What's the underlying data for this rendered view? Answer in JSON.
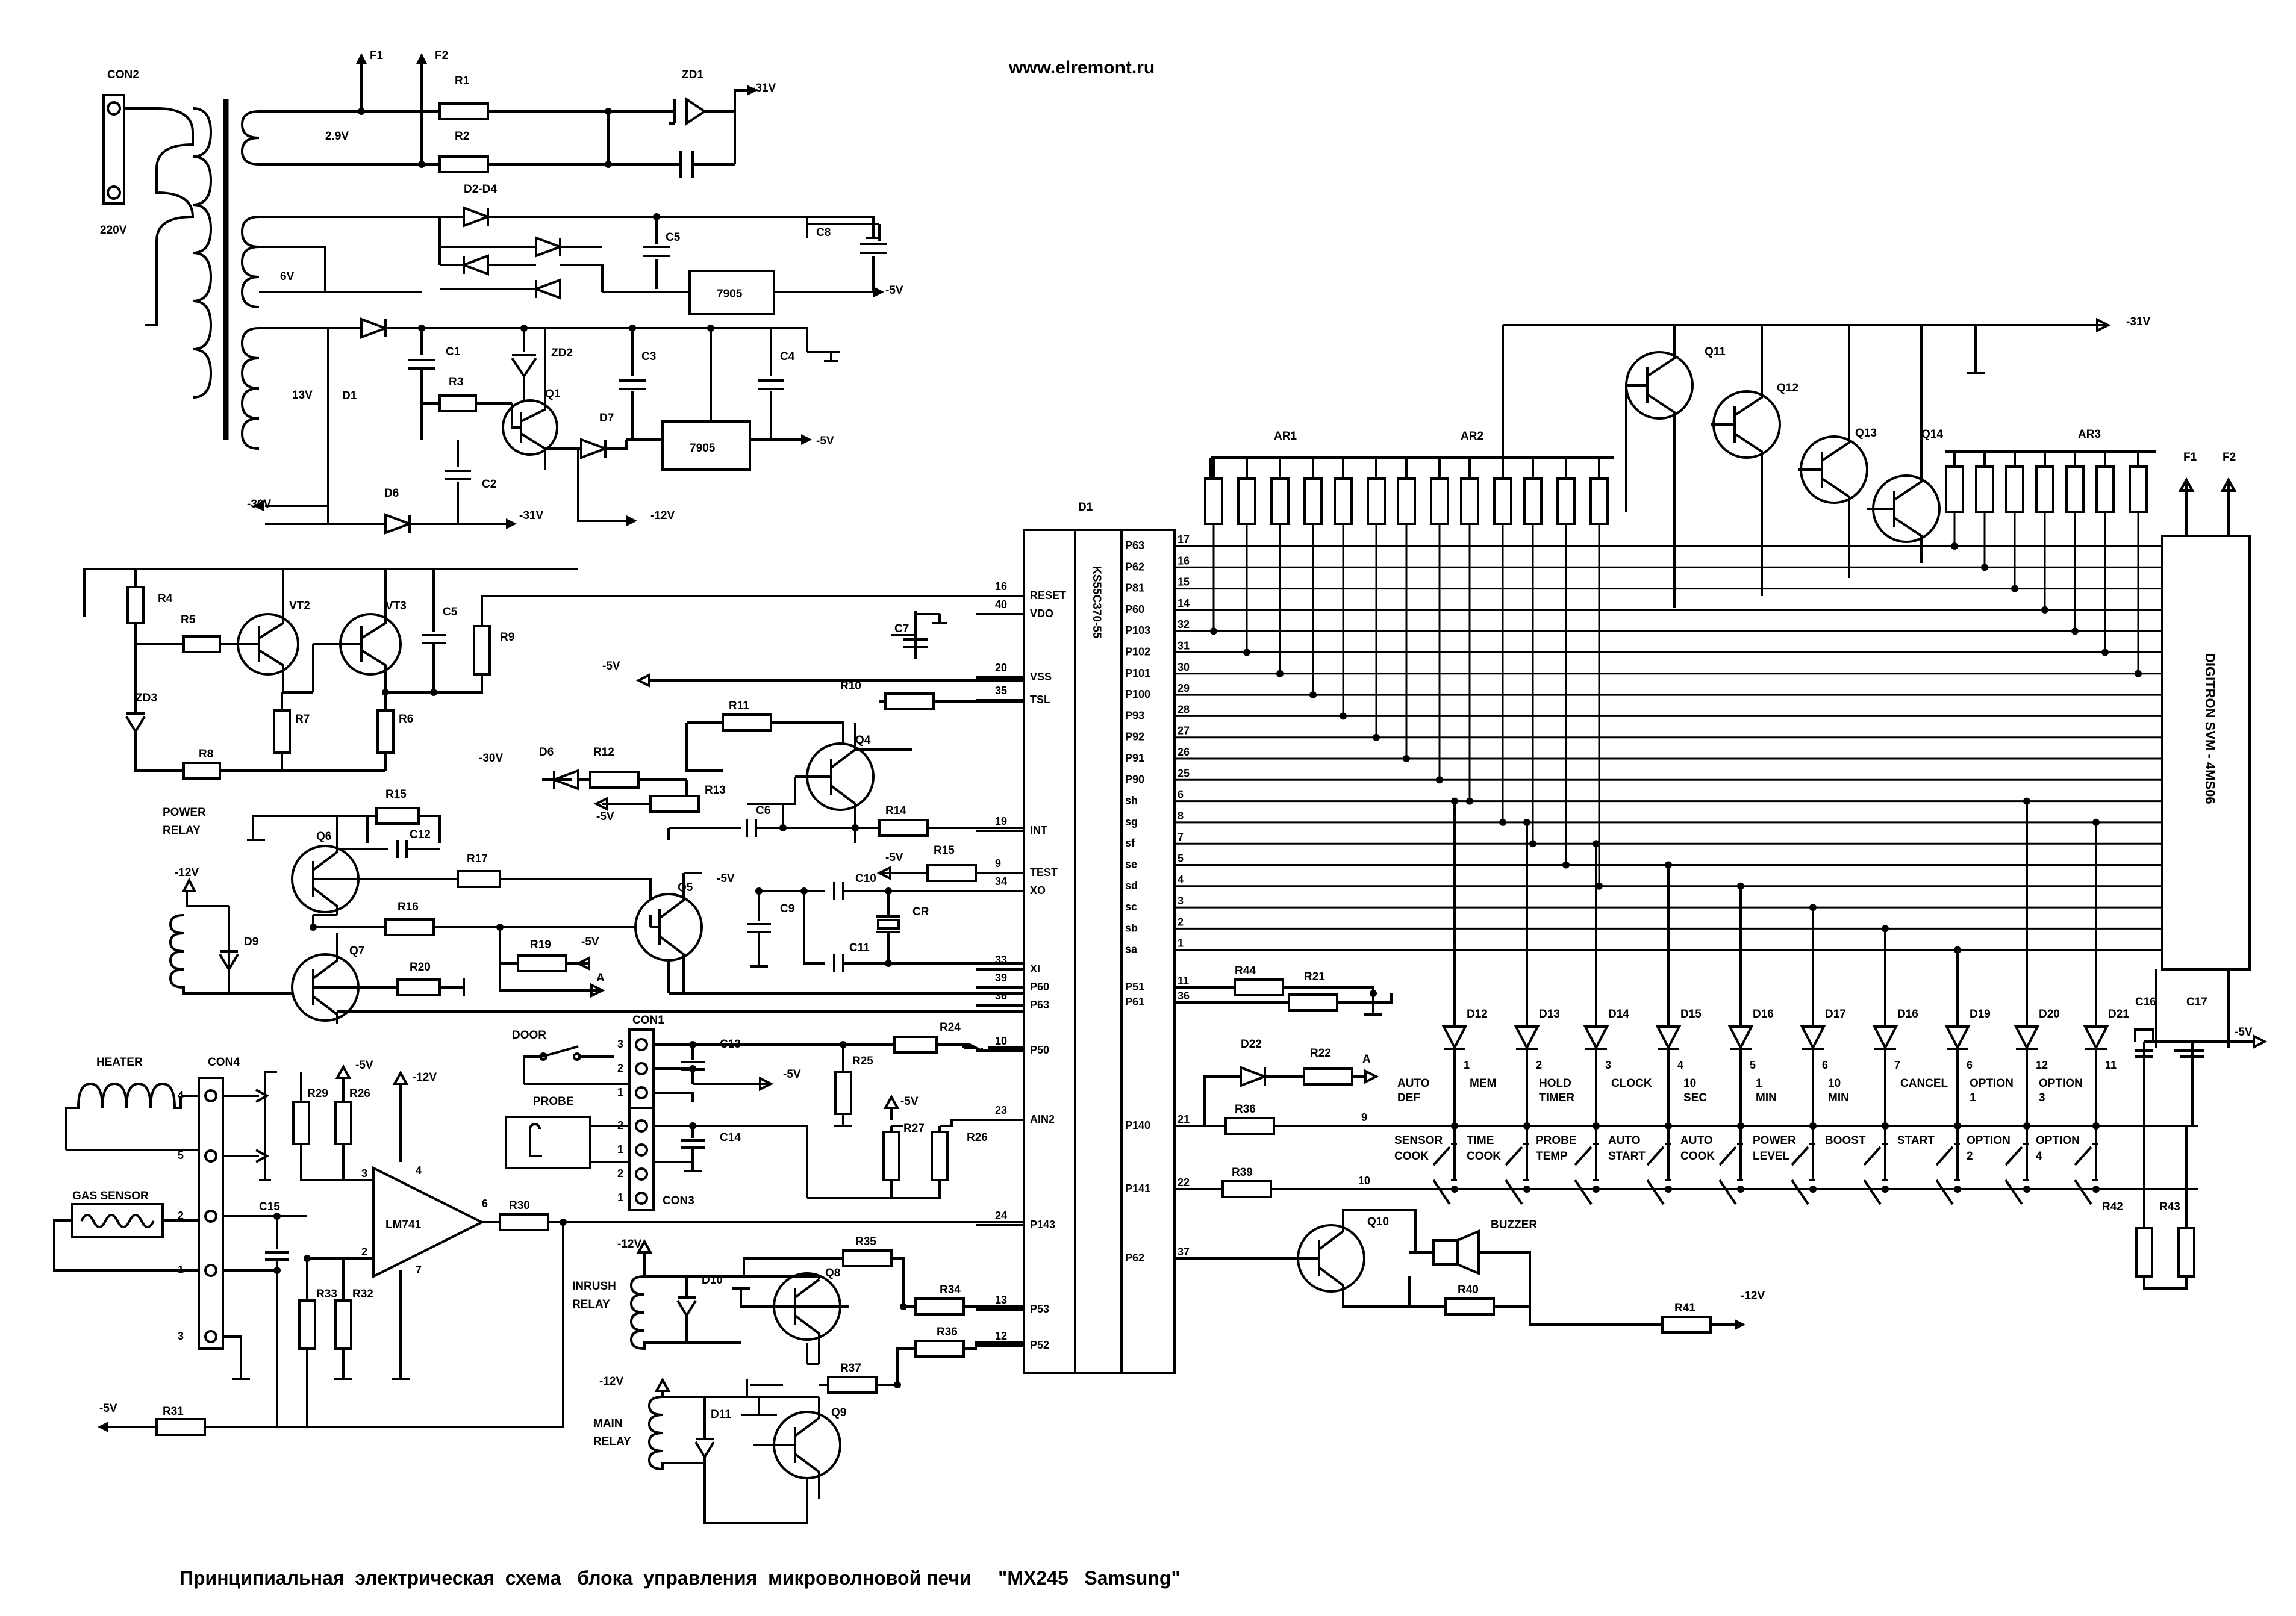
{
  "header": {
    "website": "www.elremont.ru"
  },
  "footer": {
    "caption": "Принципиальная  электрическая  схема   блока  управления  микроволновой печи     \"MX245   Samsung\""
  },
  "ic": {
    "ref": "D1",
    "part": "KS55C370-55",
    "left_pins": [
      {
        "num": "16",
        "name": "RESET"
      },
      {
        "num": "40",
        "name": "VDO"
      },
      {
        "num": "20",
        "name": "VSS"
      },
      {
        "num": "35",
        "name": "TSL"
      },
      {
        "num": "19",
        "name": "INT"
      },
      {
        "num": "9",
        "name": "TEST"
      },
      {
        "num": "34",
        "name": "XO"
      },
      {
        "num": "33",
        "name": "XI"
      },
      {
        "num": "39",
        "name": "P60"
      },
      {
        "num": "36",
        "name": "P63"
      },
      {
        "num": "10",
        "name": "P50"
      },
      {
        "num": "23",
        "name": "AIN2"
      },
      {
        "num": "24",
        "name": "P143"
      },
      {
        "num": "13",
        "name": "P53"
      },
      {
        "num": "12",
        "name": "P52"
      }
    ],
    "right_pins": [
      {
        "num": "17",
        "name": "P63"
      },
      {
        "num": "16",
        "name": "P62"
      },
      {
        "num": "15",
        "name": "P81"
      },
      {
        "num": "14",
        "name": "P60"
      },
      {
        "num": "32",
        "name": "P103"
      },
      {
        "num": "31",
        "name": "P102"
      },
      {
        "num": "30",
        "name": "P101"
      },
      {
        "num": "29",
        "name": "P100"
      },
      {
        "num": "28",
        "name": "P93"
      },
      {
        "num": "27",
        "name": "P92"
      },
      {
        "num": "26",
        "name": "P91"
      },
      {
        "num": "25",
        "name": "P90"
      },
      {
        "num": "6",
        "name": "sh"
      },
      {
        "num": "8",
        "name": "sg"
      },
      {
        "num": "7",
        "name": "sf"
      },
      {
        "num": "5",
        "name": "se"
      },
      {
        "num": "4",
        "name": "sd"
      },
      {
        "num": "3",
        "name": "sc"
      },
      {
        "num": "2",
        "name": "sb"
      },
      {
        "num": "1",
        "name": "sa"
      },
      {
        "num": "11",
        "name": "P51"
      },
      {
        "num": "36",
        "name": "P61"
      },
      {
        "num": "21",
        "name": "P140"
      },
      {
        "num": "22",
        "name": "P141"
      },
      {
        "num": "37",
        "name": "P62"
      }
    ]
  },
  "display": {
    "name": "DIGITRON SVM - 4MS06",
    "pin1": "F1",
    "pin2": "F2"
  },
  "refs": {
    "con2": "CON2",
    "f1": "F1",
    "f2": "F2",
    "r1": "R1",
    "r2": "R2",
    "zd1": "ZD1",
    "v31a": "-31V",
    "v29": "2.9V",
    "v220": "220V",
    "d2d4": "D2-D4",
    "c5": "C5",
    "c8": "C8",
    "v6": "6V",
    "reg1": "7905",
    "v5a": "-5V",
    "d1": "D1",
    "c1": "C1",
    "zd2": "ZD2",
    "c3": "C3",
    "c4": "C4",
    "v13": "13V",
    "r3": "R3",
    "q1": "Q1",
    "d7": "D7",
    "reg2": "7905",
    "v5b": "-5V",
    "c2": "C2",
    "v30": "-30V",
    "d6a": "D6",
    "v31b": "-31V",
    "v12a": "-12V",
    "v31c": "-31V",
    "r4": "R4",
    "r5": "R5",
    "vt2": "VT2",
    "vt3": "VT3",
    "c5b": "C5",
    "zd3": "ZD3",
    "r7": "R7",
    "r6a": "R6",
    "r8": "R8",
    "r9": "R9",
    "c7": "C7",
    "v5c": "-5V",
    "r10": "R10",
    "r11": "R11",
    "q4": "Q4",
    "v30b": "-30V",
    "d6b": "D6",
    "r12": "R12",
    "r13": "R13",
    "v5d": "-5V",
    "c6": "C6",
    "r14": "R14",
    "powerrelay1": "POWER",
    "powerrelay2": "RELAY",
    "r15": "R15",
    "c12": "C12",
    "q6": "Q6",
    "r17": "R17",
    "v12b": "-12V",
    "d9": "D9",
    "q7": "Q7",
    "r16": "R16",
    "r19": "R19",
    "v5e": "-5V",
    "a1": "A",
    "r20": "R20",
    "q5": "Q5",
    "r15b": "R15",
    "v5f": "-5V",
    "v5g": "-5V",
    "c10": "C10",
    "c9": "C9",
    "cr": "CR",
    "c11": "C11",
    "door": "DOOR",
    "con1": "CON1",
    "c13": "C13",
    "v5h": "-5V",
    "r24": "R24",
    "r25": "R25",
    "probe": "PROBE",
    "c14": "C14",
    "con3": "CON3",
    "v5i": "-5V",
    "r27": "R27",
    "r26b": "R26",
    "heater": "HEATER",
    "con4": "CON4",
    "gassensor": "GAS SENSOR",
    "c15": "C15",
    "r29": "R29",
    "r26": "R26",
    "v5j": "-5V",
    "v12c": "-12V",
    "lm741": "LM741",
    "r30": "R30",
    "r33": "R33",
    "r32": "R32",
    "v5k": "-5V",
    "r31": "R31",
    "v12d": "-12V",
    "d10": "D10",
    "inrush1": "INRUSH",
    "inrush2": "RELAY",
    "q8": "Q8",
    "r35": "R35",
    "r34": "R34",
    "r36b": "R36",
    "v12e": "-12V",
    "mainrelay1": "MAIN",
    "mainrelay2": "RELAY",
    "d11": "D11",
    "q9": "Q9",
    "r37": "R37",
    "ar1": "AR1",
    "ar2": "AR2",
    "ar3": "AR3",
    "q11": "Q11",
    "q12": "Q12",
    "q13": "Q13",
    "q14": "Q14",
    "v31d": "-31V",
    "r44": "R44",
    "r21": "R21",
    "d22": "D22",
    "r22": "R22",
    "a2": "A",
    "r36": "R36",
    "r39": "R39",
    "q10": "Q10",
    "buzzer": "BUZZER",
    "r40": "R40",
    "r41": "R41",
    "v12f": "-12V",
    "c16": "C16",
    "c17": "C17",
    "v5l": "-5V",
    "r42": "R42",
    "r43": "R43",
    "f1b": "F1",
    "f2b": "F2"
  },
  "key_diodes": [
    {
      "ref": "D12",
      "num": "1",
      "top": "AUTO DEF",
      "bottom": "SENSOR COOK"
    },
    {
      "ref": "D13",
      "num": "2",
      "top": "MEM",
      "bottom": "TIME COOK"
    },
    {
      "ref": "D14",
      "num": "3",
      "top": "HOLD TIMER",
      "bottom": "PROBE TEMP"
    },
    {
      "ref": "D15",
      "num": "4",
      "top": "CLOCK",
      "bottom": "AUTO START"
    },
    {
      "ref": "D16",
      "num": "5",
      "top": "10 SEC",
      "bottom": "AUTO COOK"
    },
    {
      "ref": "D17",
      "num": "6",
      "top": "1 MIN",
      "bottom": "POWER LEVEL"
    },
    {
      "ref": "D16",
      "num": "7",
      "top": "10 MIN",
      "bottom": "BOOST"
    },
    {
      "ref": "D19",
      "num": "6",
      "top": "CANCEL",
      "bottom": "START"
    },
    {
      "ref": "D20",
      "num": "12",
      "top": "OPTION 1",
      "bottom": "OPTION 2"
    },
    {
      "ref": "D21",
      "num": "11",
      "top": "OPTION 3",
      "bottom": "OPTION 4"
    }
  ],
  "matrix_row_nums": {
    "row9": "9",
    "row10": "10"
  }
}
